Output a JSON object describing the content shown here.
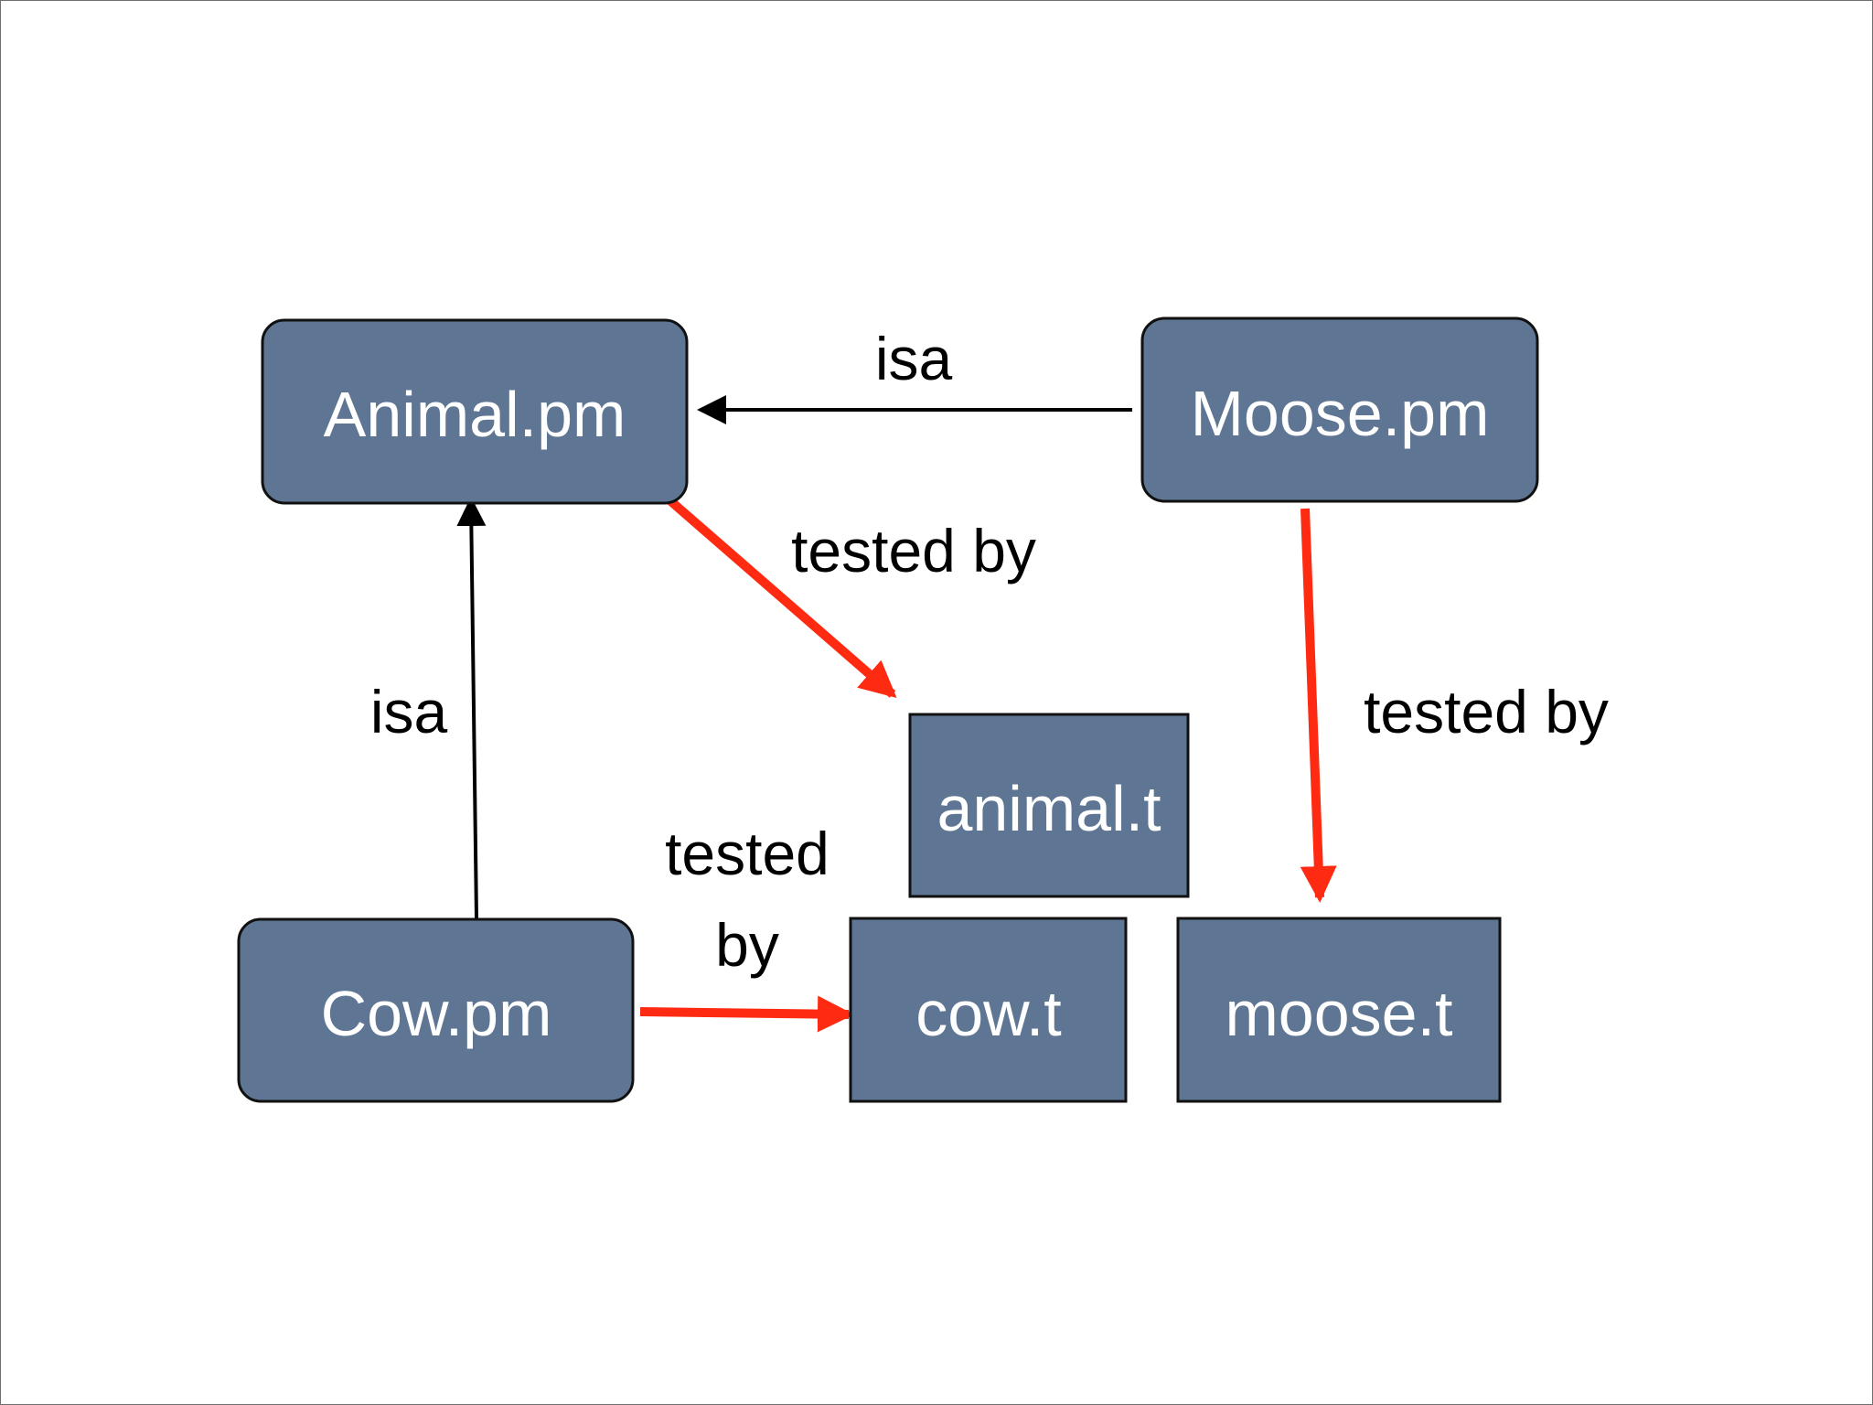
{
  "nodes": {
    "animal_pm": "Animal.pm",
    "moose_pm": "Moose.pm",
    "cow_pm": "Cow.pm",
    "animal_t": "animal.t",
    "cow_t": "cow.t",
    "moose_t": "moose.t"
  },
  "edges": {
    "moose_isa_animal": "isa",
    "cow_isa_animal": "isa",
    "animal_tested_by": "tested by",
    "moose_tested_by": "tested by",
    "cow_tested_by_line1": "tested",
    "cow_tested_by_line2": "by"
  },
  "colors": {
    "node_fill": "#5e7593",
    "tested_by_arrow": "#ff2a12",
    "isa_arrow": "#000000"
  }
}
